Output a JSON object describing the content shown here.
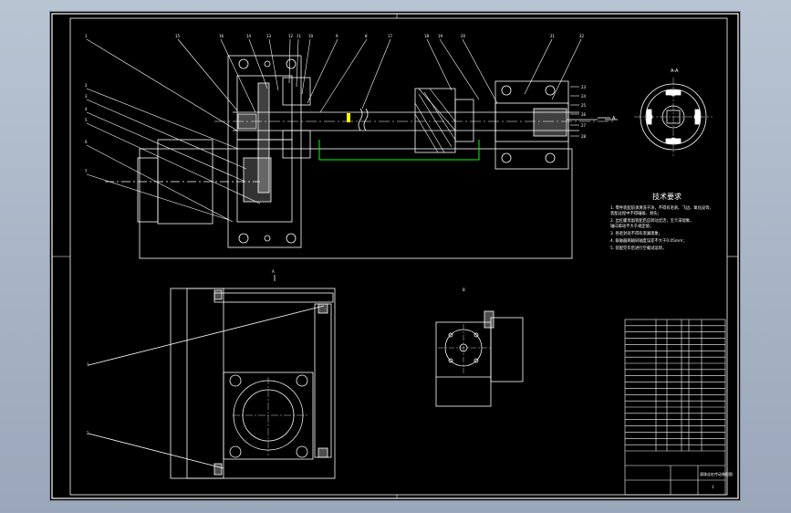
{
  "drawing": {
    "view_label_top": "A",
    "view_label_right": "A-A",
    "view_label_side": "B",
    "section_mark": "A",
    "balloon_numbers_top": [
      "15",
      "16",
      "14",
      "13",
      "12",
      "11",
      "10",
      "9",
      "8",
      "17",
      "18",
      "19",
      "20",
      "21",
      "22"
    ],
    "balloon_numbers_left": [
      "1",
      "2",
      "3",
      "4",
      "5",
      "6",
      "7"
    ],
    "balloon_numbers_right": [
      "23",
      "24",
      "25",
      "26",
      "27",
      "28"
    ]
  },
  "technical_requirements": {
    "title": "技术要求",
    "lines": [
      "1. 零件装配前须清洗干净，不得有毛刺、飞边、氧化皮等；",
      "   装配过程中不得磕碰、划伤；",
      "2. 丝杠螺母副装配后应转动灵活，无卡滞现象，",
      "   轴向窜动不大于规定值；",
      "3. 各密封处不得有渗漏现象；",
      "4. 联轴器两轴同轴度误差不大于0.05mm；",
      "5. 装配完毕后进行空载试运转。"
    ]
  },
  "title_block": {
    "rows": 21,
    "main_label": "滚珠丝杠传动装配图",
    "company": "",
    "sheet_no": "1"
  },
  "colors": {
    "line": "#ffffff",
    "highlight_green": "#00ff00",
    "highlight_yellow": "#ffff00",
    "background": "#000000"
  }
}
